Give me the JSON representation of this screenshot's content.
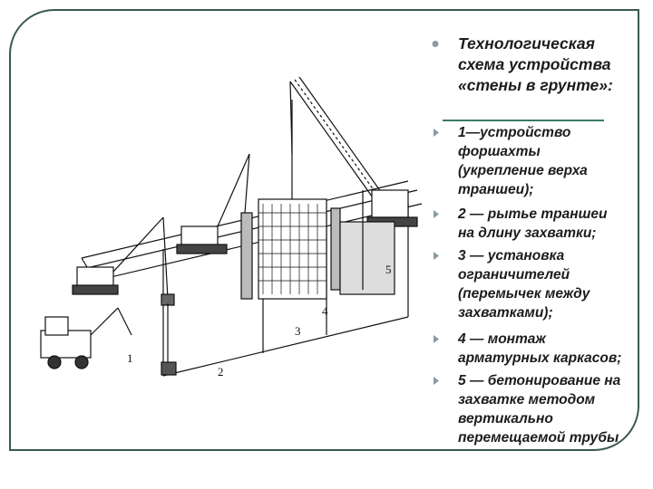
{
  "title": {
    "lines": [
      "Технологическая",
      "схема устройства",
      "«стены в грунте»:"
    ]
  },
  "items": [
    {
      "lines": [
        "1—устройство",
        "форшахты",
        "(укрепление верха",
        "траншеи);"
      ]
    },
    {
      "lines": [
        "2 — рытье траншеи",
        "на длину захватки;"
      ]
    },
    {
      "lines": [
        " 3 — установка",
        "ограничителей",
        "(перемычек между",
        "захватками);"
      ]
    },
    {
      "lines": [
        "4 — монтаж",
        "арматурных каркасов;"
      ]
    },
    {
      "lines": [
        "5 — бетонирование на",
        "захватке методом",
        "вертикально",
        "перемещаемой трубы"
      ]
    }
  ],
  "diagram": {
    "labels": [
      "1",
      "2",
      "3",
      "4",
      "5"
    ]
  },
  "colors": {
    "frame": "#3a5a50",
    "accent": "#3a7a6a",
    "bullet": "#8a9aa0"
  }
}
